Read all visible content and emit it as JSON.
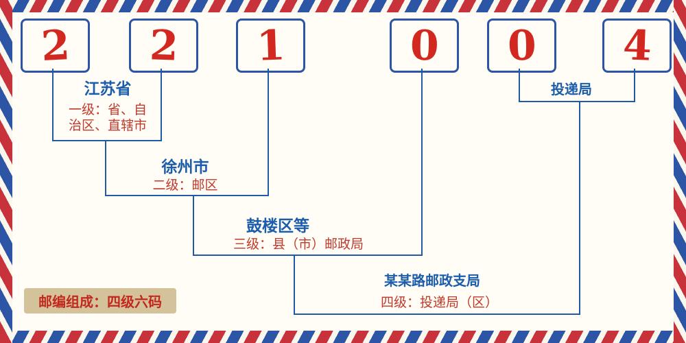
{
  "postal_code": {
    "digits": [
      "2",
      "2",
      "1",
      "0",
      "0",
      "4"
    ]
  },
  "labels": {
    "level1": {
      "name": "江苏省",
      "desc_line1": "一级：省、自",
      "desc_line2": "治区、直辖市"
    },
    "level2": {
      "name": "徐州市",
      "desc": "二级：邮区"
    },
    "level3": {
      "name": "鼓楼区等",
      "desc": "三级：县（市）邮政局"
    },
    "level4": {
      "name": "某某路邮政支局",
      "desc": "四级：投递局（区）"
    },
    "delivery": {
      "name": "投递局"
    }
  },
  "footer": {
    "composition_note": "邮编组成：四级六码"
  },
  "colors": {
    "digit_red": "#d3281f",
    "line_blue": "#1f5aa9",
    "label_blue": "#1b5cab",
    "desc_red": "#c0392b",
    "note_background": "#d4c39a",
    "stripe_red": "#c8333b",
    "stripe_blue": "#2d55a5",
    "background": "#fffdf6"
  }
}
